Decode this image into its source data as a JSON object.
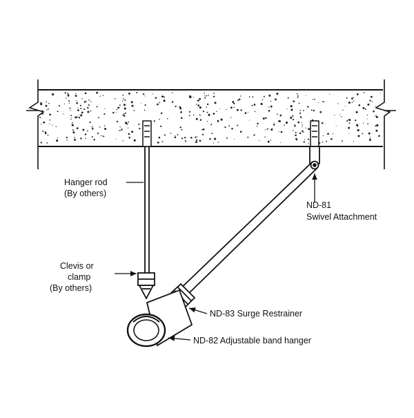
{
  "labels": {
    "hanger_rod": [
      "Hanger rod",
      "(By others)"
    ],
    "clevis": [
      "Clevis or",
      "clamp",
      "(By others)"
    ],
    "swivel": [
      "ND-81",
      "Swivel Attachment"
    ],
    "surge": "ND-83 Surge Restrainer",
    "band": "ND-82 Adjustable band hanger"
  },
  "colors": {
    "line": "#111111",
    "background": "#ffffff"
  }
}
